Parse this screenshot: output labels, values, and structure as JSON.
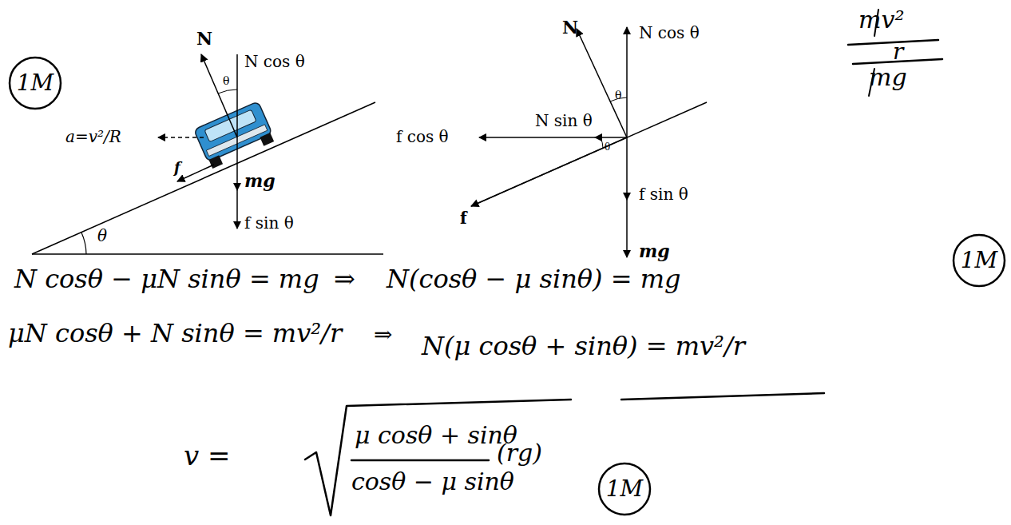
{
  "diagram": {
    "nodes": [
      {
        "text": [
          "1M"
        ]
      },
      {
        "text": [
          "1M"
        ]
      },
      {
        "text": [
          "1M"
        ]
      }
    ],
    "labels": [
      "N",
      "N cos θ",
      "θ",
      "a=v²/R",
      "f",
      "mg",
      "f sin θ",
      "θ",
      "N",
      "N cos θ",
      "θ",
      "N sin θ",
      "f cos θ",
      "θ",
      "f sin θ",
      "f",
      "mg",
      "mv²",
      "r",
      "mg",
      "N cosθ − μN sinθ = mg",
      "⇒",
      "N(cosθ − μ sinθ) = mg",
      "μN cosθ + N sinθ = mv²/r",
      "⇒",
      "N(μ cosθ + sinθ) = mv²/r",
      "v =",
      "μ cosθ + sinθ",
      "cosθ − μ sinθ",
      "(rg)"
    ]
  }
}
